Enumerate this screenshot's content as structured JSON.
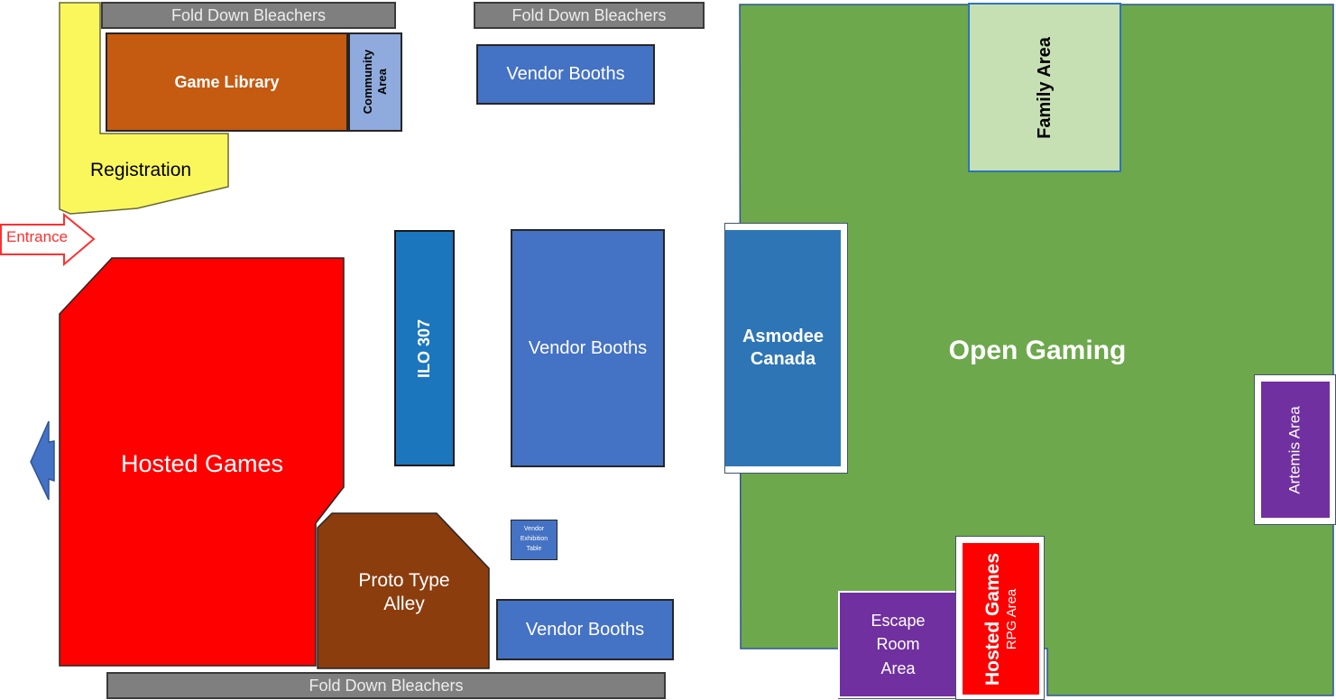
{
  "colors": {
    "open_gaming_green": "#6DA84D",
    "green_edge_blue": "#2F5496",
    "hosted_games_red": "#FE0000",
    "proto_alley_brown": "#8B3D0E",
    "registration_yellow": "#FAF75C",
    "registration_edge": "#6A6A35",
    "entrance_fill": "#FFFFFF",
    "entrance_red": "#FF2F2F",
    "exit_arrow_blue": "#4472C4",
    "vendor_blue": "#4472C4",
    "ilo_blue": "#1B76BE",
    "asmodee_blue": "#2E75B6",
    "community_light_blue": "#8FAADC",
    "game_library_orange": "#C55A11",
    "family_light_green": "#C6E0B4",
    "family_border_blue": "#2E75B6",
    "area_purple": "#7030A0",
    "bleacher_gray": "#7F7F7F",
    "shape_border_dark": "#262626"
  },
  "areas": {
    "bleacher_top_left": {
      "label": "Fold Down Bleachers"
    },
    "bleacher_top_mid": {
      "label": "Fold Down Bleachers"
    },
    "bleacher_bottom": {
      "label": "Fold Down Bleachers"
    },
    "game_library": {
      "label": "Game Library"
    },
    "community_area": {
      "label": "Community\nArea"
    },
    "registration": {
      "label": "Registration"
    },
    "entrance": {
      "label": "Entrance"
    },
    "hosted_games": {
      "label": "Hosted Games"
    },
    "ilo_307": {
      "label": "ILO 307"
    },
    "vendor_booths_top": {
      "label": "Vendor Booths"
    },
    "vendor_booths_mid": {
      "label": "Vendor Booths"
    },
    "vendor_booths_bottom": {
      "label": "Vendor Booths"
    },
    "vendor_exhibition_table": {
      "label": "Vendor\nExhibition\nTable"
    },
    "asmodee_canada": {
      "label": "Asmodee\nCanada"
    },
    "open_gaming": {
      "label": "Open Gaming"
    },
    "family_area": {
      "label": "Family Area"
    },
    "artemis_area": {
      "label": "Artemis Area"
    },
    "escape_room": {
      "label": "Escape\nRoom\nArea"
    },
    "hosted_games_rpg": {
      "label": "Hosted Games",
      "sublabel": "RPG Area"
    },
    "proto_type_alley": {
      "label": "Proto Type\nAlley"
    }
  }
}
